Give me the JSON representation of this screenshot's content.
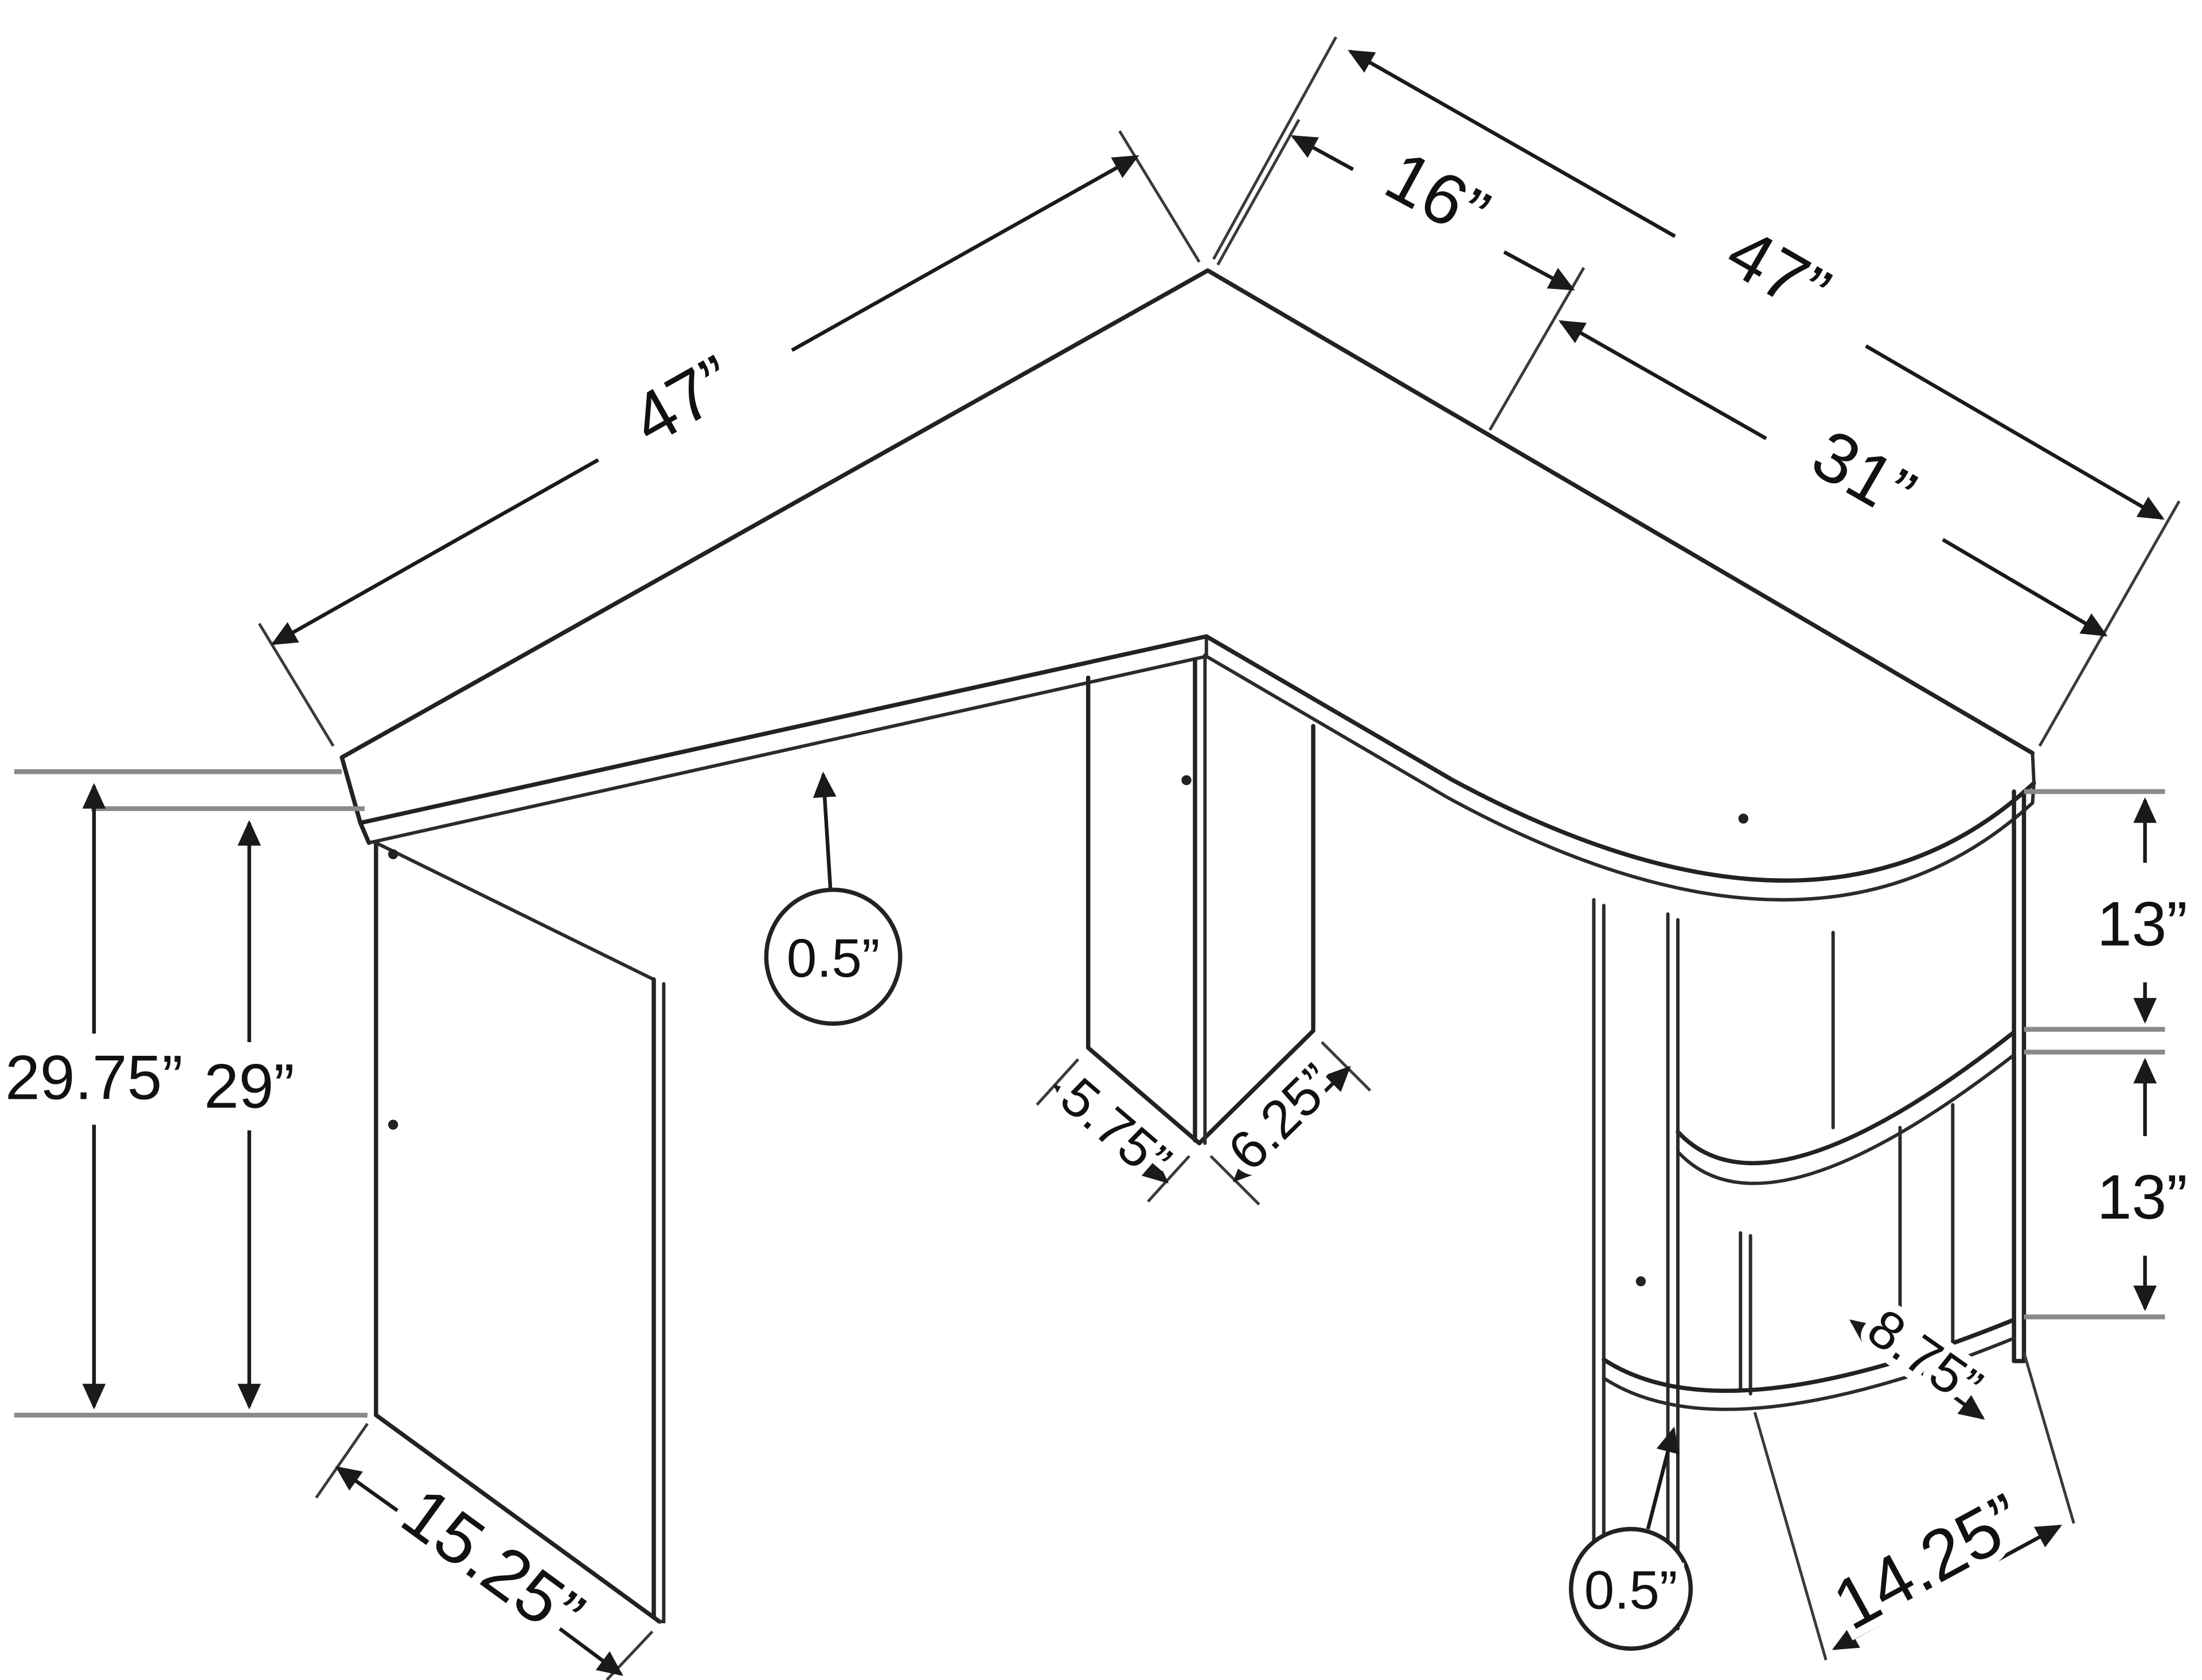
{
  "diagram": {
    "figure": "L-shaped computer desk with corner shelves - dimensioned technical line drawing",
    "unit": "inches",
    "labels": {
      "left_wing_width": "47”",
      "corner_depth": "16”",
      "right_wing_total": "47”",
      "right_wing_partial": "31”",
      "overall_height": "29.75”",
      "clearance_height": "29”",
      "desktop_thickness": "0.5”",
      "pedestal_left_depth": "5.75”",
      "pedestal_right_depth": "6.25”",
      "upper_shelf_gap": "13”",
      "lower_shelf_gap": "13”",
      "middle_shelf_depth": "8.75”",
      "left_panel_depth": "15.25”",
      "bottom_shelf_depth": "14.25”",
      "shelf_panel_thickness": "0.5”"
    },
    "colors": {
      "line": "#222222",
      "tick": "#8a8a8a",
      "text": "#111111",
      "background": "#ffffff"
    }
  }
}
